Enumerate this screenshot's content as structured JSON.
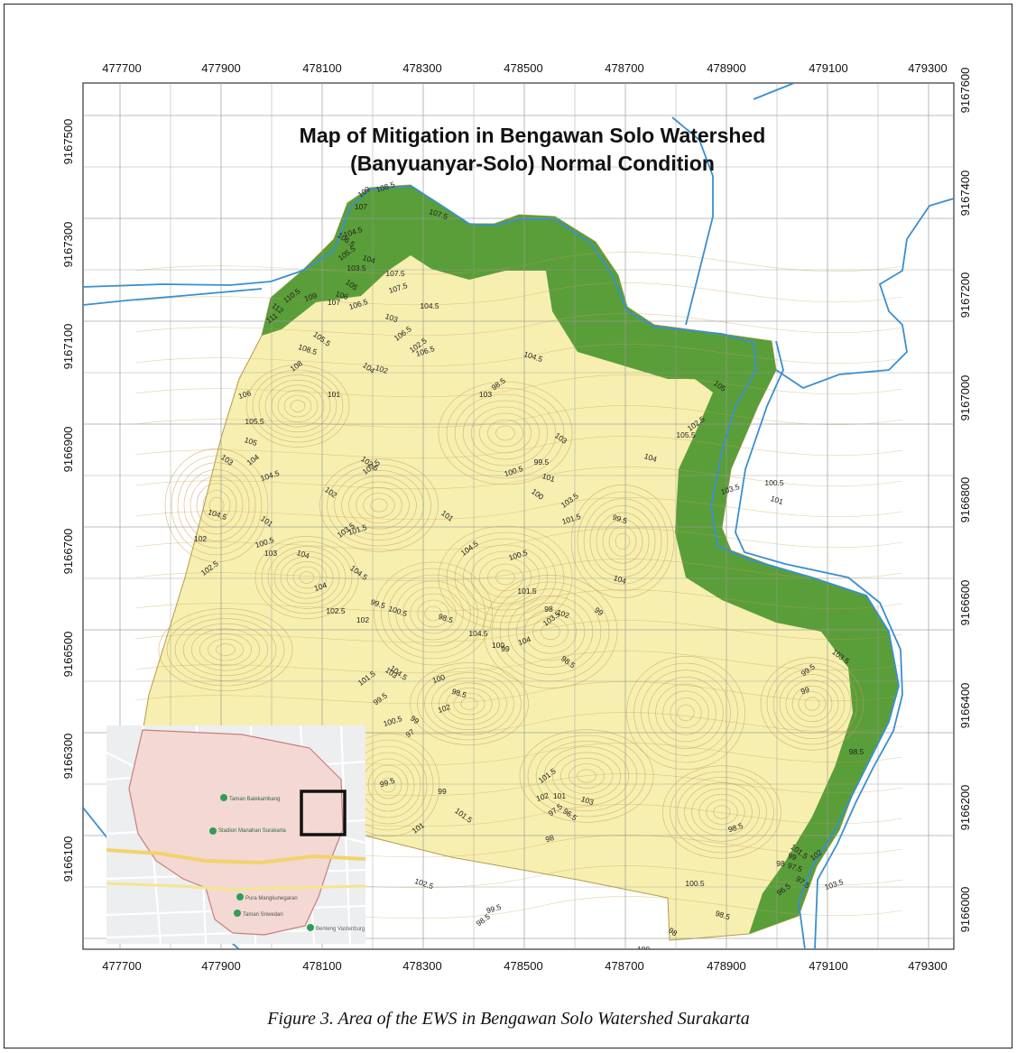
{
  "map": {
    "title_line1": "Map of Mitigation in Bengawan Solo Watershed",
    "title_line2": "(Banyuanyar-Solo) Normal Condition",
    "x_ticks": [
      "477700",
      "477900",
      "478100",
      "478300",
      "478500",
      "478700",
      "478900",
      "479100",
      "479300"
    ],
    "y_ticks_left": [
      "9167500",
      "9167300",
      "9167100",
      "9166900",
      "9166700",
      "9166500",
      "9166300",
      "9166100"
    ],
    "y_ticks_right": [
      "9167600",
      "9167400",
      "9167200",
      "9167000",
      "9166800",
      "9166600",
      "9166400",
      "9166200",
      "9166000"
    ],
    "colors": {
      "land": "#f6efb0",
      "mitigation_zone": "#5a9e3a",
      "river": "#3a8fd0",
      "contour": "#c9a050",
      "grid": "#9a9a9a",
      "inset_highlight": "#111111",
      "inset_area": "#f5d7d2"
    },
    "contour_labels": [
      {
        "t": "109"
      },
      {
        "t": "108.5"
      },
      {
        "t": "107"
      },
      {
        "t": "107.5"
      },
      {
        "t": "106.5"
      },
      {
        "t": "105.5"
      },
      {
        "t": "104.5"
      },
      {
        "t": "103.5"
      },
      {
        "t": "104"
      },
      {
        "t": "105"
      },
      {
        "t": "110.5"
      },
      {
        "t": "109"
      },
      {
        "t": "107"
      },
      {
        "t": "106"
      },
      {
        "t": "112"
      },
      {
        "t": "111"
      },
      {
        "t": "106.5"
      },
      {
        "t": "107.5"
      },
      {
        "t": "108.5"
      },
      {
        "t": "105.5"
      },
      {
        "t": "108"
      },
      {
        "t": "106"
      },
      {
        "t": "105.5"
      },
      {
        "t": "105"
      },
      {
        "t": "103"
      },
      {
        "t": "104"
      },
      {
        "t": "104.5"
      },
      {
        "t": "102"
      },
      {
        "t": "104.5"
      },
      {
        "t": "101"
      },
      {
        "t": "102.5"
      },
      {
        "t": "100.5"
      },
      {
        "t": "103"
      },
      {
        "t": "104"
      },
      {
        "t": "102"
      },
      {
        "t": "103.5"
      },
      {
        "t": "101.5"
      },
      {
        "t": "101"
      },
      {
        "t": "103"
      },
      {
        "t": "104"
      },
      {
        "t": "106.5"
      },
      {
        "t": "107.5"
      },
      {
        "t": "104.5"
      },
      {
        "t": "102"
      },
      {
        "t": "102.5"
      },
      {
        "t": "103.5"
      },
      {
        "t": "104"
      },
      {
        "t": "102"
      },
      {
        "t": "100.5"
      },
      {
        "t": "104.5"
      },
      {
        "t": "102.5"
      },
      {
        "t": "106.5"
      },
      {
        "t": "103"
      },
      {
        "t": "104.5"
      },
      {
        "t": "101"
      },
      {
        "t": "98.5"
      },
      {
        "t": "100.5"
      },
      {
        "t": "99.5"
      },
      {
        "t": "101"
      },
      {
        "t": "103"
      },
      {
        "t": "103.5"
      },
      {
        "t": "101.5"
      },
      {
        "t": "98"
      },
      {
        "t": "99.5"
      },
      {
        "t": "100"
      },
      {
        "t": "104.5"
      },
      {
        "t": "100.5"
      },
      {
        "t": "101.5"
      },
      {
        "t": "104"
      },
      {
        "t": "99"
      },
      {
        "t": "103.5"
      },
      {
        "t": "104"
      },
      {
        "t": "104.5"
      },
      {
        "t": "98.5"
      },
      {
        "t": "103"
      },
      {
        "t": "101.5"
      },
      {
        "t": "100"
      },
      {
        "t": "102.5"
      },
      {
        "t": "99.5"
      },
      {
        "t": "104.5"
      },
      {
        "t": "99.5"
      },
      {
        "t": "102"
      },
      {
        "t": "100"
      },
      {
        "t": "98.5"
      },
      {
        "t": "99"
      },
      {
        "t": "97"
      },
      {
        "t": "100.5"
      },
      {
        "t": "99"
      },
      {
        "t": "102"
      },
      {
        "t": "98.5"
      },
      {
        "t": "101.5"
      },
      {
        "t": "102"
      },
      {
        "t": "101"
      },
      {
        "t": "103"
      },
      {
        "t": "96.5"
      },
      {
        "t": "97.5"
      },
      {
        "t": "98"
      },
      {
        "t": "100"
      },
      {
        "t": "98.5"
      },
      {
        "t": "103"
      },
      {
        "t": "101"
      },
      {
        "t": "99.5"
      },
      {
        "t": "99"
      },
      {
        "t": "102.5"
      },
      {
        "t": "101.5"
      },
      {
        "t": "98.5"
      },
      {
        "t": "99.5"
      },
      {
        "t": "105.5"
      },
      {
        "t": "104"
      },
      {
        "t": "105"
      },
      {
        "t": "102.5"
      },
      {
        "t": "103.5"
      },
      {
        "t": "100.5"
      },
      {
        "t": "101"
      },
      {
        "t": "103.5"
      },
      {
        "t": "99.5"
      },
      {
        "t": "99"
      },
      {
        "t": "98.5"
      },
      {
        "t": "97.5"
      },
      {
        "t": "101.5"
      },
      {
        "t": "102"
      },
      {
        "t": "103.5"
      },
      {
        "t": "98"
      },
      {
        "t": "99"
      },
      {
        "t": "97.5"
      },
      {
        "t": "96.5"
      },
      {
        "t": "98.5"
      },
      {
        "t": "100.5"
      },
      {
        "t": "98.5"
      },
      {
        "t": "98"
      }
    ],
    "inset": {
      "labels": [
        "Taman Balekambang",
        "Stadion Manahan Surakarta",
        "Pura Mangkunegaran",
        "Taman Sriwedari",
        "Benteng Vastenburg"
      ]
    }
  },
  "caption": "Figure 3. Area of the EWS in Bengawan Solo Watershed Surakarta"
}
